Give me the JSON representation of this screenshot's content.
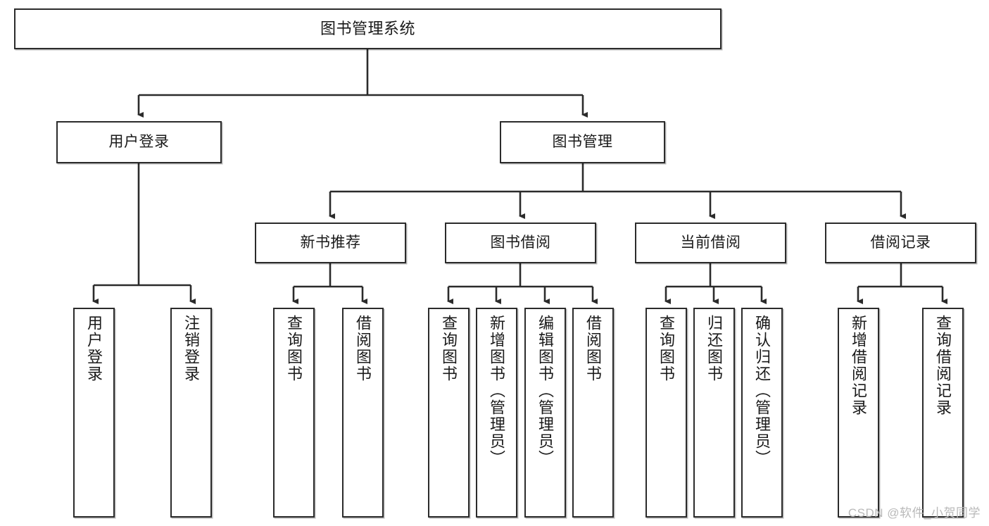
{
  "diagram": {
    "title": "图书管理系统",
    "type": "tree",
    "watermark": "CSDN @软件_小贺同学",
    "colors": {
      "node_border": "#2b2b2b",
      "node_fill": "#ffffff",
      "edge": "#2b2b2b",
      "text": "#1a1a1a",
      "watermark": "#b9b9b9",
      "background": "#ffffff"
    },
    "nodes": {
      "root": {
        "label": "图书管理系统"
      },
      "level2": [
        {
          "id": "user-login",
          "label": "用户登录"
        },
        {
          "id": "book-manage",
          "label": "图书管理"
        }
      ],
      "level3": [
        {
          "id": "new-book-rec",
          "label": "新书推荐"
        },
        {
          "id": "book-borrow",
          "label": "图书借阅"
        },
        {
          "id": "current-borrow",
          "label": "当前借阅"
        },
        {
          "id": "borrow-record",
          "label": "借阅记录"
        }
      ],
      "leaves": {
        "user_login": [
          {
            "id": "leaf-user-login",
            "label": "用户登录"
          },
          {
            "id": "leaf-logout-login",
            "label": "注销登录"
          }
        ],
        "new_book_rec": [
          {
            "id": "leaf-query-book-1",
            "label": "查询图书"
          },
          {
            "id": "leaf-borrow-book-1",
            "label": "借阅图书"
          }
        ],
        "book_borrow": [
          {
            "id": "leaf-query-book-2",
            "label": "查询图书"
          },
          {
            "id": "leaf-add-book",
            "label": "新增图书（管理员）"
          },
          {
            "id": "leaf-edit-book",
            "label": "编辑图书（管理员）"
          },
          {
            "id": "leaf-borrow-book-2",
            "label": "借阅图书"
          }
        ],
        "current_borrow": [
          {
            "id": "leaf-query-book-3",
            "label": "查询图书"
          },
          {
            "id": "leaf-return-book",
            "label": "归还图书"
          },
          {
            "id": "leaf-confirm-return",
            "label": "确认归还（管理员）"
          }
        ],
        "borrow_record": [
          {
            "id": "leaf-add-record",
            "label": "新增借阅记录"
          },
          {
            "id": "leaf-query-record",
            "label": "查询借阅记录"
          }
        ]
      }
    }
  }
}
